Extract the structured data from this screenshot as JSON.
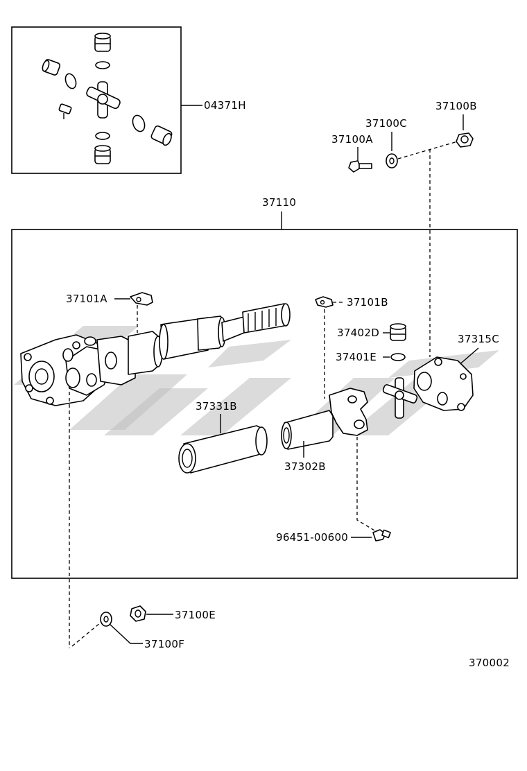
{
  "diagram": {
    "labels": {
      "kit": "04371H",
      "assembly": "37110",
      "nut_b": "37100B",
      "washer_c": "37100C",
      "bolt_a": "37100A",
      "clip_a": "37101A",
      "clip_b": "37101B",
      "bushing_d": "37402D",
      "snap_ring_e": "37401E",
      "flange_yoke": "37315C",
      "sleeve": "37331B",
      "sleeve_yoke": "37302B",
      "grease_fitting": "96451-00600",
      "nut_e": "37100E",
      "washer_f": "37100F",
      "figure_ref": "370002"
    }
  }
}
